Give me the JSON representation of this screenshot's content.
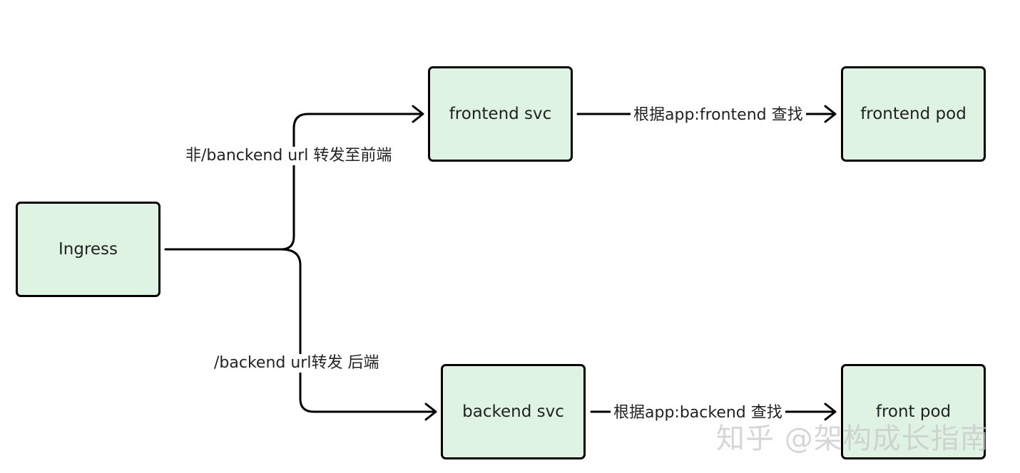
{
  "colors": {
    "node_fill": "#dff3e3",
    "node_border": "#000000",
    "edge": "#000000",
    "text": "#222222",
    "watermark": "#c8c8c8"
  },
  "nodes": {
    "ingress": "Ingress",
    "frontend_svc": "frontend svc",
    "frontend_pod": "frontend pod",
    "backend_svc": "backend svc",
    "backend_pod": "front pod"
  },
  "edge_labels": {
    "to_frontend": "非/banckend url 转发至前端",
    "to_backend": "/backend url转发 后端",
    "frontend_lookup": "根据app:frontend 查找",
    "backend_lookup": "根据app:backend 查找"
  },
  "watermark": "知乎 @架构成长指南"
}
